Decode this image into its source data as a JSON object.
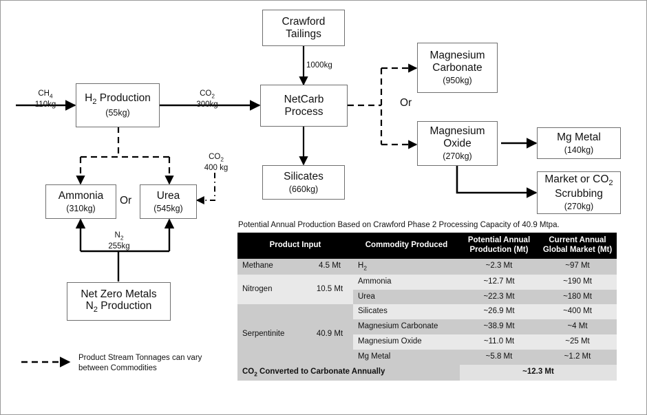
{
  "diagram": {
    "nodes": {
      "h2_production": {
        "name": "H",
        "name_sub": "2",
        "name_rest": " Production",
        "qty": "(55kg)"
      },
      "crawford_tailings": {
        "name": "Crawford Tailings",
        "qty": ""
      },
      "netcarb_process": {
        "name": "NetCarb Process",
        "qty": ""
      },
      "silicates": {
        "name": "Silicates",
        "qty": "(660kg)"
      },
      "magnesium_carbonate": {
        "name": "Magnesium Carbonate",
        "qty": "(950kg)"
      },
      "magnesium_oxide": {
        "name": "Magnesium Oxide",
        "qty": "(270kg)"
      },
      "mg_metal": {
        "name": "Mg Metal",
        "qty": "(140kg)"
      },
      "market_co2_scrubbing": {
        "name": "Market or CO",
        "name_sub": "2",
        "name_rest": " Scrubbing",
        "qty": "(270kg)"
      },
      "ammonia": {
        "name": "Ammonia",
        "qty": "(310kg)"
      },
      "urea": {
        "name": "Urea",
        "qty": "(545kg)"
      },
      "net_zero_metals": {
        "name": "Net Zero Metals",
        "name_line2_pre": "N",
        "name_line2_sub": "2",
        "name_line2_rest": " Production"
      }
    },
    "edge_labels": {
      "ch4_in": {
        "species_pre": "CH",
        "species_sub": "4",
        "qty": "110kg"
      },
      "co2_out": {
        "species_pre": "CO",
        "species_sub": "2",
        "qty": "300kg"
      },
      "tailings_feed": {
        "qty": "1000kg"
      },
      "co2_to_urea": {
        "species_pre": "CO",
        "species_sub": "2",
        "qty": "400 kg"
      },
      "n2_feed": {
        "species_pre": "N",
        "species_sub": "2",
        "qty": "255kg"
      }
    },
    "or_labels": {
      "top": "Or",
      "bottom": "Or"
    },
    "legend": {
      "text": "Product Stream Tonnages can vary between Commodities"
    }
  },
  "table": {
    "caption": "Potential Annual Production Based on Crawford Phase 2 Processing Capacity of 40.9 Mtpa.",
    "headers": [
      "Product Input",
      "Commodity Produced",
      "Potential Annual Production (Mt)",
      "Current Annual Global Market (Mt)"
    ],
    "inputs": [
      {
        "name": "Methane",
        "amount": "4.5 Mt",
        "rowspan": 1,
        "shade": "dark"
      },
      {
        "name": "Nitrogen",
        "amount": "10.5 Mt",
        "rowspan": 2,
        "shade": "light"
      },
      {
        "name": "Serpentinite",
        "amount": "40.9 Mt",
        "rowspan": 4,
        "shade": "dark"
      }
    ],
    "rows": [
      {
        "commodity": "H",
        "commodity_sub": "2",
        "commodity_rest": "",
        "potential": "~2.3 Mt",
        "market": "~97 Mt",
        "shade": "dark"
      },
      {
        "commodity": "Ammonia",
        "potential": "~12.7 Mt",
        "market": "~190 Mt",
        "shade": "light"
      },
      {
        "commodity": "Urea",
        "potential": "~22.3 Mt",
        "market": "~180 Mt",
        "shade": "dark"
      },
      {
        "commodity": "Silicates",
        "potential": "~26.9 Mt",
        "market": "~400 Mt",
        "shade": "light"
      },
      {
        "commodity": "Magnesium Carbonate",
        "potential": "~38.9 Mt",
        "market": "~4 Mt",
        "shade": "dark"
      },
      {
        "commodity": "Magnesium Oxide",
        "potential": "~11.0 Mt",
        "market": "~25 Mt",
        "shade": "light"
      },
      {
        "commodity": "Mg Metal",
        "potential": "~5.8 Mt",
        "market": "~1.2 Mt",
        "shade": "dark"
      }
    ],
    "footer": {
      "label_pre": "CO",
      "label_sub": "2",
      "label_rest": " Converted to Carbonate Annually",
      "value": "~12.3 Mt"
    }
  },
  "colors": {
    "box_border": "#6e6e6e",
    "line": "#000000",
    "header_bg": "#000000",
    "row_dark": "#cbcbcb",
    "row_light": "#e9e9e9",
    "frame": "#9a9a9a"
  }
}
